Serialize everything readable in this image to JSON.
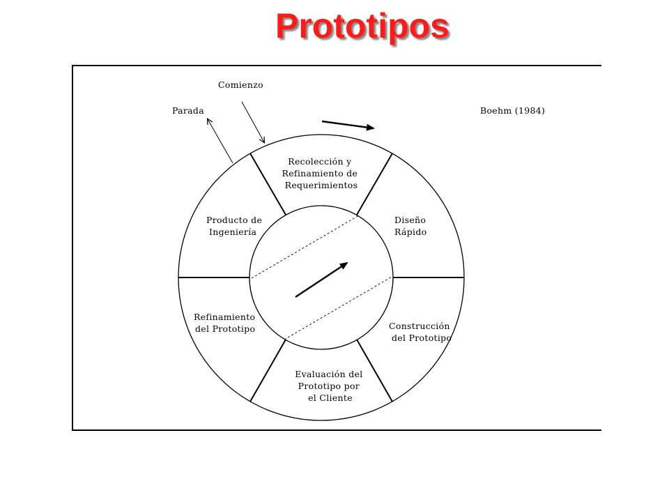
{
  "slide": {
    "title": "Prototipos"
  },
  "diagram": {
    "start_label": "Comienzo",
    "stop_label": "Parada",
    "citation": "Boehm  (1984)",
    "sectors": [
      {
        "lines": [
          "Recolección y",
          "Refinamiento de",
          "Requerimientos"
        ]
      },
      {
        "lines": [
          "Diseño",
          "Rápido"
        ]
      },
      {
        "lines": [
          "Construcción",
          "del Prototipo"
        ]
      },
      {
        "lines": [
          "Evaluación del",
          "Prototipo por",
          "el Cliente"
        ]
      },
      {
        "lines": [
          "Refinamiento",
          "del Prototipo"
        ]
      },
      {
        "lines": [
          "Producto de",
          "Ingeniería"
        ]
      }
    ],
    "colors": {
      "title": "#ff1a1a",
      "lines": "#000000"
    }
  }
}
